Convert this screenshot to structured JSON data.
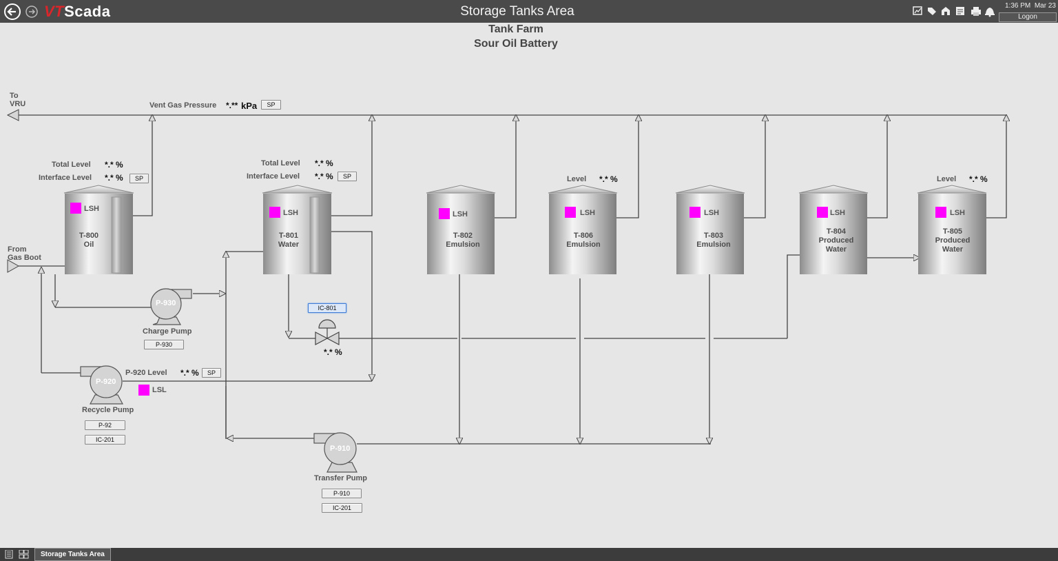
{
  "window": {
    "title": "Storage Tanks Area",
    "logo": {
      "part1": "VT",
      "part2": "Scada"
    },
    "clock": {
      "time": "1:36 PM",
      "date": "Mar 23"
    },
    "logon_label": "Logon"
  },
  "header": {
    "line1": "Tank Farm",
    "line2": "Sour Oil Battery"
  },
  "labels": {
    "to_vru_1": "To",
    "to_vru_2": "VRU",
    "from_gas_boot_1": "From",
    "from_gas_boot_2": "Gas Boot",
    "vent_gas_pressure": "Vent Gas Pressure",
    "vent_gas_value": "*.**",
    "vent_gas_unit": "kPa",
    "sp": "SP"
  },
  "tanks": [
    {
      "id": "T-800",
      "name": "Oil",
      "total_level_label": "Total Level",
      "total_level": "*.* %",
      "interface_label": "Interface Level",
      "interface_level": "*.* %",
      "alarm": "LSH"
    },
    {
      "id": "T-801",
      "name": "Water",
      "total_level_label": "Total Level",
      "total_level": "*.* %",
      "interface_label": "Interface Level",
      "interface_level": "*.* %",
      "alarm": "LSH"
    },
    {
      "id": "T-802",
      "name": "Emulsion",
      "alarm": "LSH"
    },
    {
      "id": "T-806",
      "name": "Emulsion",
      "level_label": "Level",
      "level": "*.* %",
      "alarm": "LSH"
    },
    {
      "id": "T-803",
      "name": "Emulsion",
      "alarm": "LSH"
    },
    {
      "id": "T-804",
      "name1": "Produced",
      "name2": "Water",
      "alarm": "LSH"
    },
    {
      "id": "T-805",
      "name1": "Produced",
      "name2": "Water",
      "level_label": "Level",
      "level": "*.* %",
      "alarm": "LSH"
    }
  ],
  "pumps": {
    "p930": {
      "tag": "P-930",
      "name": "Charge Pump",
      "button": "P-930"
    },
    "p920": {
      "tag": "P-920",
      "name": "Recycle Pump",
      "level_label": "P-920 Level",
      "level": "*.* %",
      "alarm": "LSL",
      "button1": "P-92",
      "button2": "IC-201"
    },
    "p910": {
      "tag": "P-910",
      "name": "Transfer Pump",
      "button1": "P-910",
      "button2": "IC-201"
    }
  },
  "valve": {
    "tag": "IC-801",
    "value": "*.* %"
  },
  "taskbar": {
    "tab_label": "Storage Tanks Area"
  },
  "colors": {
    "alarm": "#ff00ff",
    "topbar": "#4a4a4a",
    "background": "#e6e6e6"
  }
}
